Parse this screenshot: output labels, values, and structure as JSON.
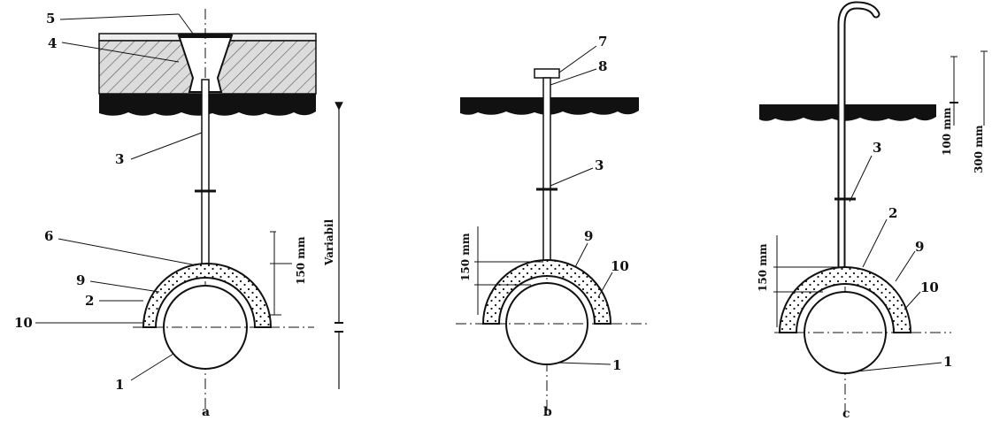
{
  "figures": [
    {
      "id": "a",
      "caption": "a",
      "labels": [
        "5",
        "4",
        "3",
        "6",
        "9",
        "2",
        "10",
        "1"
      ],
      "dimensions": [
        "150 mm",
        "Variabil"
      ]
    },
    {
      "id": "b",
      "caption": "b",
      "labels": [
        "7",
        "8",
        "3",
        "9",
        "10",
        "1"
      ],
      "dimensions": [
        "150 mm"
      ]
    },
    {
      "id": "c",
      "caption": "c",
      "labels": [
        "3",
        "2",
        "9",
        "10",
        "1"
      ],
      "dimensions": [
        "150 mm",
        "100 mm",
        "300 mm"
      ]
    }
  ],
  "colors": {
    "ink": "#111111",
    "paper": "#ffffff",
    "hatch": "#d8d8d8"
  }
}
